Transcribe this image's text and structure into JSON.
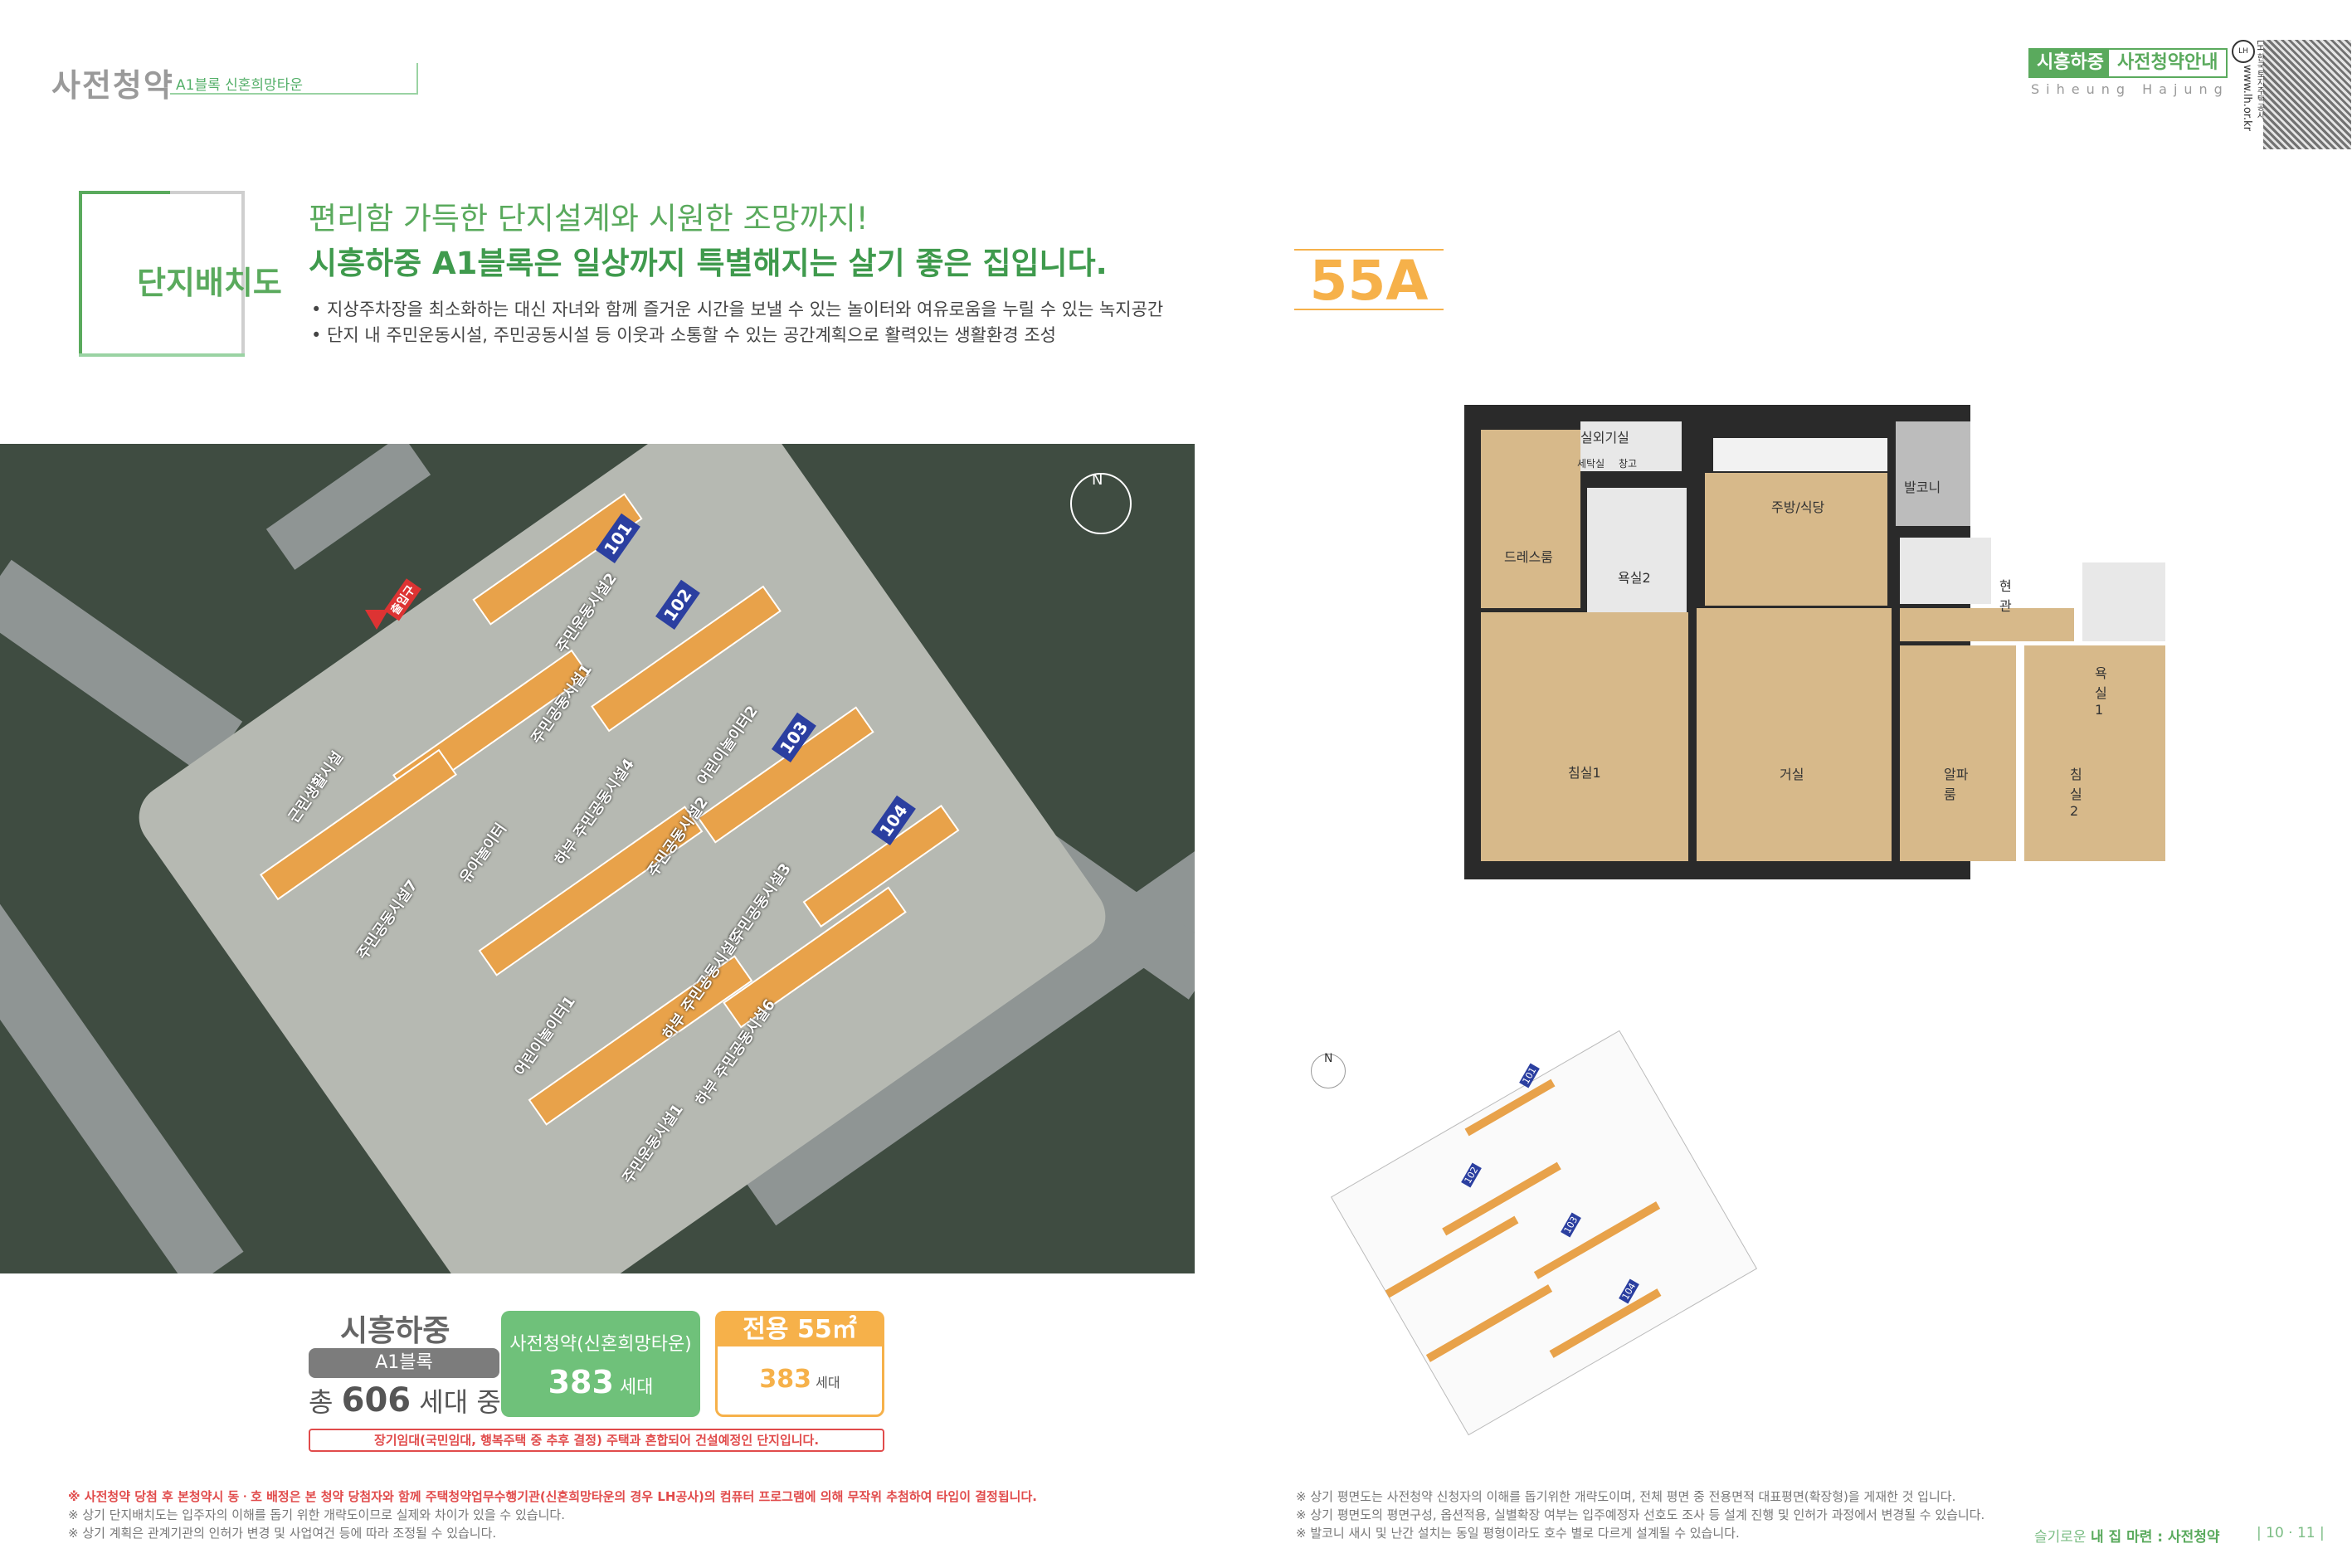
{
  "header": {
    "brand": "사전청약",
    "brand_sub": "A1블록 신혼희망타운",
    "tag_primary": "시흥하중",
    "tag_secondary": "사전청약안내",
    "tag_roman": "Siheung Hajung",
    "lh_url": "www.lh.or.kr",
    "lh_name": "LH 한국토지주택공사"
  },
  "section": {
    "title": "단지배치도",
    "headline1": "편리함 가득한 단지설계와 시원한 조망까지!",
    "headline2": "시흥하중 A1블록은 일상까지 특별해지는 살기 좋은 집입니다.",
    "bullets": [
      "• 지상주차장을 최소화하는 대신 자녀와 함께 즐거운 시간을 보낼 수 있는 놀이터와 여유로움을 누릴 수 있는 녹지공간",
      "• 단지 내 주민운동시설, 주민공동시설 등 이웃과 소통할 수 있는 공간계획으로 활력있는 생활환경 조성"
    ]
  },
  "site_map": {
    "compass": "N",
    "entrance": "출입구",
    "buildings": [
      "101",
      "102",
      "103",
      "104"
    ],
    "facilities": [
      "주민운동시설2",
      "주민공동시설1",
      "근린생활시설",
      "유아놀이터",
      "하부 주민공동시설4",
      "어린이놀이터2",
      "주민공동시설2",
      "주민공동시설7",
      "하부 주민공동시설5",
      "주민공동시설3",
      "어린이놀이터1",
      "하부 주민공동시설6",
      "주민운동시설1"
    ]
  },
  "info": {
    "name": "시흥하중",
    "block": "A1블록",
    "total_prefix": "총",
    "total_units": "606",
    "total_suffix": "세대 중",
    "presale_label": "사전청약(신혼희망타운)",
    "presale_units": "383",
    "presale_unit_word": "세대",
    "area_label": "전용 55㎡",
    "area_units": "383",
    "area_unit_word": "세대",
    "notice": "장기임대(국민임대, 행복주택 중 추후 결정) 주택과 혼합되어 건설예정인 단지입니다."
  },
  "footnotes_left": [
    "※ 사전청약 당첨 후 본청약시 동ㆍ호 배정은 본 청약 당첨자와 함께 주택청약업무수행기관(신혼희망타운의 경우 LH공사)의 컴퓨터 프로그램에 의해 무작위 추첨하여 타입이 결정됩니다.",
    "※ 상기 단지배치도는 입주자의 이해를 돕기 위한 개략도이므로 실제와 차이가 있을 수 있습니다.",
    "※ 상기 계획은 관계기관의 인허가 변경 및 사업여건 등에 따라 조정될 수 있습니다."
  ],
  "unit": {
    "type": "55A",
    "rooms": {
      "utility": "실외기실",
      "laundry": "세탁실",
      "storage": "창고",
      "balcony": "발코니",
      "kitchen": "주방/식당",
      "dressing": "드레스룸",
      "bath2": "욕실2",
      "entry": "현관",
      "bath1": "욕실1",
      "bed1": "침실1",
      "living": "거실",
      "alpha": "알파룸",
      "bed2": "침실2"
    },
    "mini_map_compass": "N",
    "mini_buildings": [
      "101",
      "102",
      "103",
      "104"
    ]
  },
  "footnotes_right": [
    "※ 상기 평면도는 사전청약 신청자의 이해를 돕기위한 개략도이며, 전체 평면 중 전용면적 대표평면(확장형)을 게재한 것 입니다.",
    "※ 상기 평면도의 평면구성, 옵션적용, 실별확장 여부는 입주예정자 선호도 조사 등 설계 진행 및 인허가 과정에서 변경될 수 있습니다.",
    "※ 발코니 새시 및 난간 설치는 동일 평형이라도 호수 별로 다르게 설계될 수 있습니다."
  ],
  "footer": {
    "prefix": "슬기로운",
    "title": "내 집 마련 : 사전청약",
    "pages": "| 10 · 11 |"
  },
  "colors": {
    "green": "#5aaa5d",
    "orange": "#f6b14a",
    "red": "#e14b4b",
    "navy": "#2b3fa0"
  }
}
